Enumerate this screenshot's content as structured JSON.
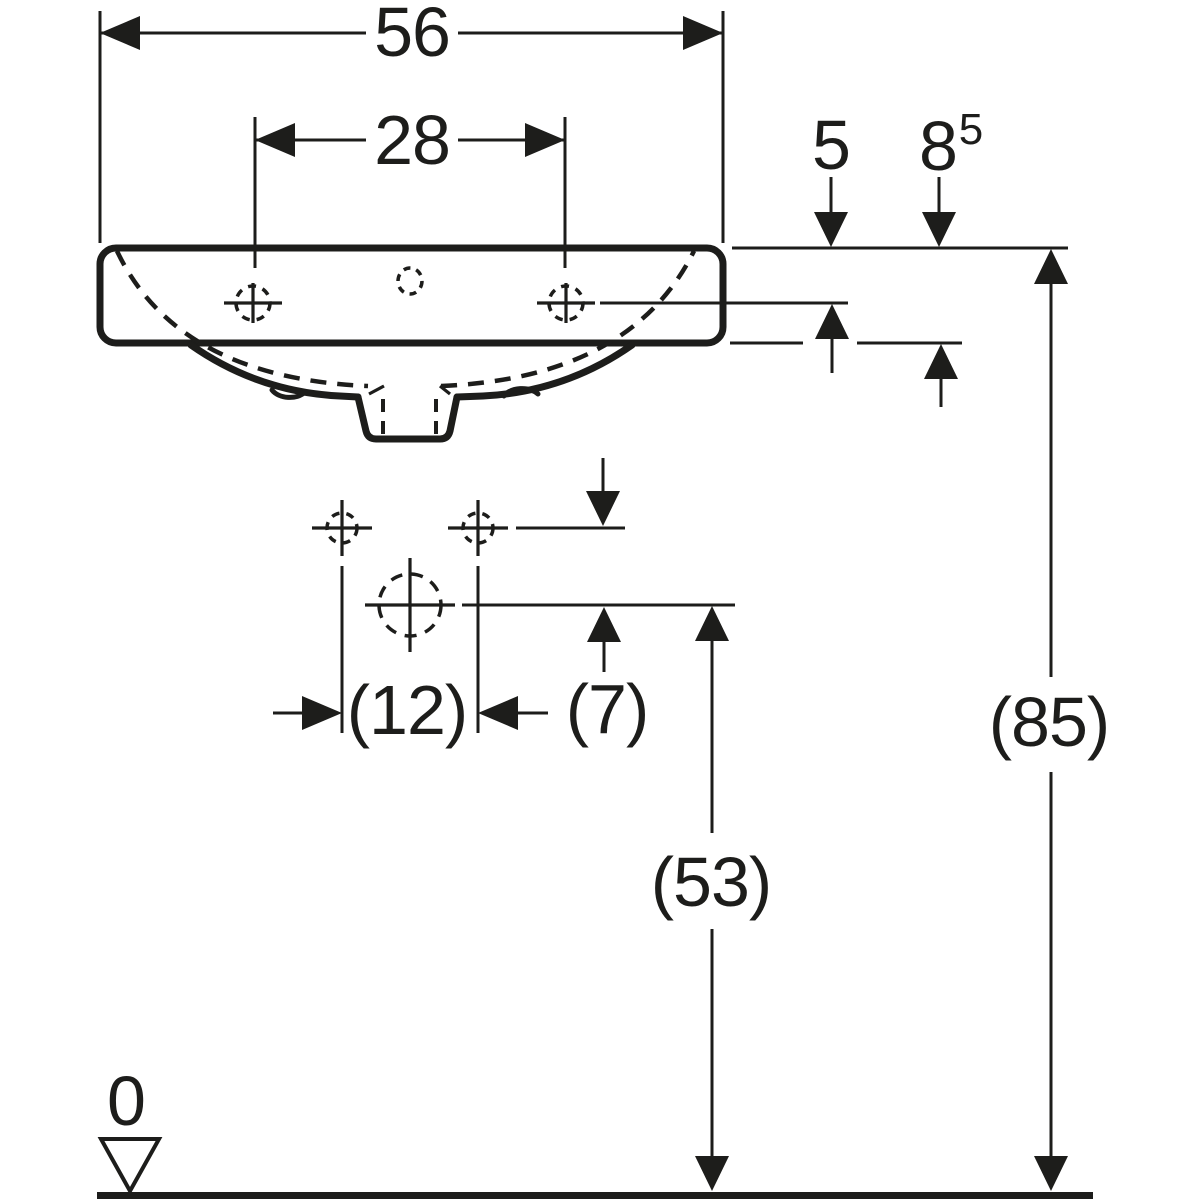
{
  "labels": {
    "overall_width": "56",
    "tap_hole_spacing": "28",
    "rim_to_tap_hole": "5",
    "apron_height_base": "8",
    "apron_height_sup": "5",
    "fixing_hole_spacing": "(12)",
    "fixing_to_drain_offset": "(7)",
    "drain_height": "(53)",
    "rim_height": "(85)",
    "floor_datum": "0"
  },
  "colors": {
    "ink": "#1d1d1b",
    "background": "#ffffff"
  }
}
